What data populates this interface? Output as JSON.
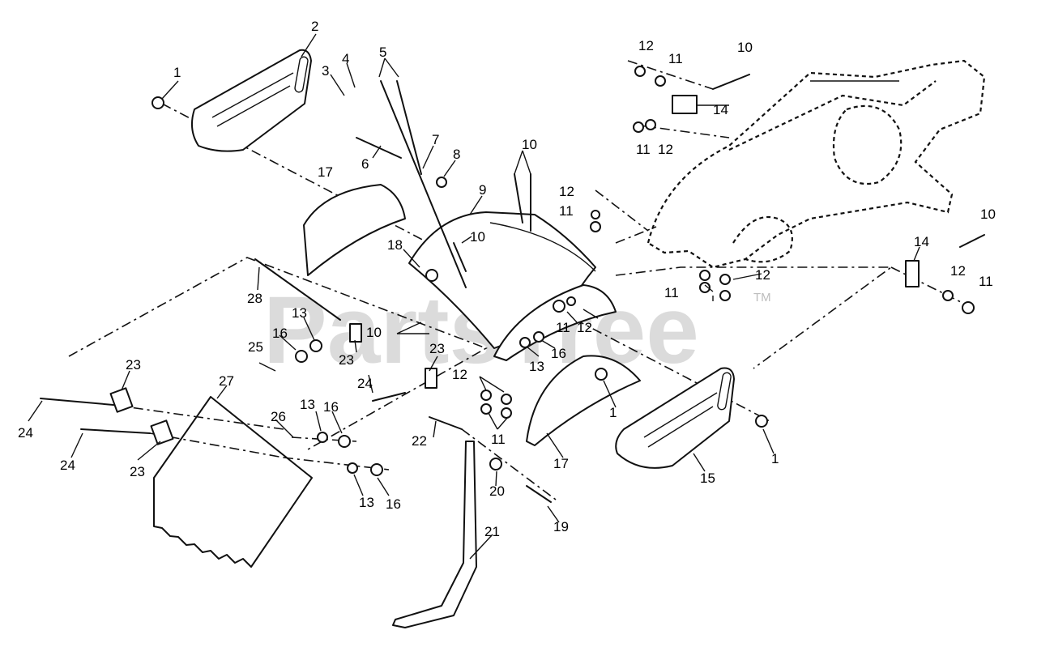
{
  "watermark": {
    "text": "PartsTree",
    "tm": "TM"
  },
  "callouts": [
    {
      "id": "c1a",
      "label": "1"
    },
    {
      "id": "c1b",
      "label": "1"
    },
    {
      "id": "c1c",
      "label": "1"
    },
    {
      "id": "c2",
      "label": "2"
    },
    {
      "id": "c3",
      "label": "3"
    },
    {
      "id": "c4",
      "label": "4"
    },
    {
      "id": "c5",
      "label": "5"
    },
    {
      "id": "c6",
      "label": "6"
    },
    {
      "id": "c7",
      "label": "7"
    },
    {
      "id": "c8",
      "label": "8"
    },
    {
      "id": "c9",
      "label": "9"
    },
    {
      "id": "c10a",
      "label": "10"
    },
    {
      "id": "c10b",
      "label": "10"
    },
    {
      "id": "c10c",
      "label": "10"
    },
    {
      "id": "c10d",
      "label": "10"
    },
    {
      "id": "c10e",
      "label": "10"
    },
    {
      "id": "c11a",
      "label": "11"
    },
    {
      "id": "c11b",
      "label": "11"
    },
    {
      "id": "c11c",
      "label": "11"
    },
    {
      "id": "c11d",
      "label": "11"
    },
    {
      "id": "c11e",
      "label": "11"
    },
    {
      "id": "c11f",
      "label": "11"
    },
    {
      "id": "c11g",
      "label": "11"
    },
    {
      "id": "c12a",
      "label": "12"
    },
    {
      "id": "c12b",
      "label": "12"
    },
    {
      "id": "c12c",
      "label": "12"
    },
    {
      "id": "c12d",
      "label": "12"
    },
    {
      "id": "c12e",
      "label": "12"
    },
    {
      "id": "c12f",
      "label": "12"
    },
    {
      "id": "c12g",
      "label": "12"
    },
    {
      "id": "c13a",
      "label": "13"
    },
    {
      "id": "c13b",
      "label": "13"
    },
    {
      "id": "c13c",
      "label": "13"
    },
    {
      "id": "c13d",
      "label": "13"
    },
    {
      "id": "c14a",
      "label": "14"
    },
    {
      "id": "c14b",
      "label": "14"
    },
    {
      "id": "c15",
      "label": "15"
    },
    {
      "id": "c16a",
      "label": "16"
    },
    {
      "id": "c16b",
      "label": "16"
    },
    {
      "id": "c16c",
      "label": "16"
    },
    {
      "id": "c16d",
      "label": "16"
    },
    {
      "id": "c17a",
      "label": "17"
    },
    {
      "id": "c17b",
      "label": "17"
    },
    {
      "id": "c18",
      "label": "18"
    },
    {
      "id": "c19",
      "label": "19"
    },
    {
      "id": "c20",
      "label": "20"
    },
    {
      "id": "c21",
      "label": "21"
    },
    {
      "id": "c22",
      "label": "22"
    },
    {
      "id": "c23a",
      "label": "23"
    },
    {
      "id": "c23b",
      "label": "23"
    },
    {
      "id": "c23c",
      "label": "23"
    },
    {
      "id": "c23d",
      "label": "23"
    },
    {
      "id": "c24a",
      "label": "24"
    },
    {
      "id": "c24b",
      "label": "24"
    },
    {
      "id": "c24c",
      "label": "24"
    },
    {
      "id": "c25",
      "label": "25"
    },
    {
      "id": "c26",
      "label": "26"
    },
    {
      "id": "c27",
      "label": "27"
    },
    {
      "id": "c28",
      "label": "28"
    }
  ]
}
